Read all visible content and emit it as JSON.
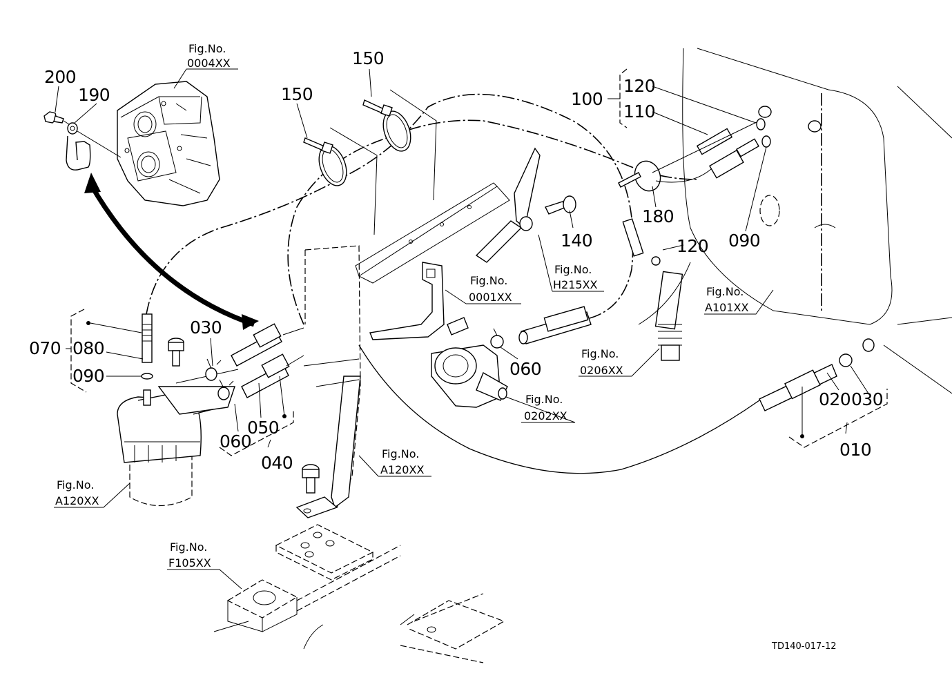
{
  "drawing_code": "TD140-017-12",
  "fig_prefix": "Fig.No.",
  "figure_refs": {
    "engine_block": "0004XX",
    "bracket": "0001XX",
    "lever": "H215XX",
    "injection_pump": "0202XX",
    "injector": "0206XX",
    "tank": "A101XX",
    "filter": "A120XX",
    "stay": "A120XX",
    "frame": "F105XX"
  },
  "part_labels": {
    "p200": "200",
    "p190": "190",
    "p150a": "150",
    "p150b": "150",
    "p100": "100",
    "p120a": "120",
    "p110": "110",
    "p180": "180",
    "p090a": "090",
    "p140": "140",
    "p120b": "120",
    "p070": "070",
    "p080": "080",
    "p090b": "090",
    "p030a": "030",
    "p060a": "060",
    "p050": "050",
    "p040": "040",
    "p060b": "060",
    "p020": "020",
    "p030b": "030",
    "p010": "010"
  }
}
